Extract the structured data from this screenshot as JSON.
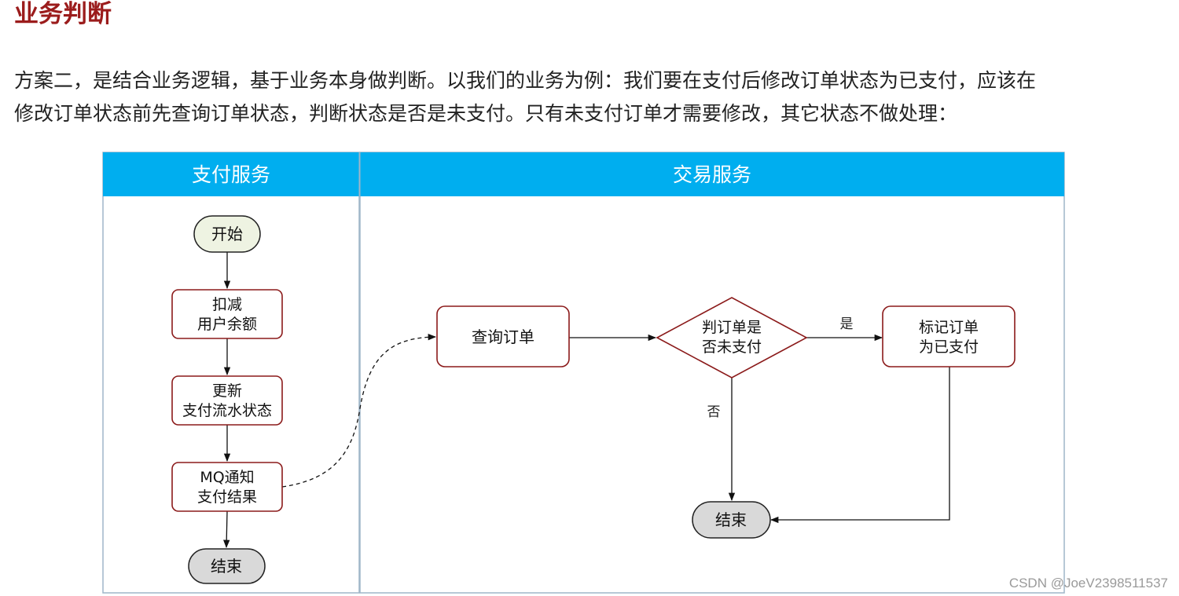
{
  "heading": "业务判断",
  "paragraph": {
    "line1": "方案二，是结合业务逻辑，基于业务本身做判断。以我们的业务为例：我们要在支付后修改订单状态为已支付，应该在",
    "line2": "修改订单状态前先查询订单状态，判断状态是否是未支付。只有未支付订单才需要修改，其它状态不做处理："
  },
  "diagram": {
    "lanes": {
      "payment": "支付服务",
      "trade": "交易服务"
    },
    "nodes": {
      "start": "开始",
      "deduct": [
        "扣减",
        "用户余额"
      ],
      "update": [
        "更新",
        "支付流水状态"
      ],
      "mq": [
        "MQ通知",
        "支付结果"
      ],
      "end_left": "结束",
      "query": "查询订单",
      "decision": [
        "判订单是",
        "否未支付"
      ],
      "mark": [
        "标记订单",
        "为已支付"
      ],
      "end_right": "结束"
    },
    "edge_labels": {
      "yes": "是",
      "no": "否"
    },
    "colors": {
      "lane_header": "#00aeef",
      "node_border": "#8b1a1a",
      "terminal_start_fill": "#eef3e2",
      "terminal_end_fill": "#d9d9d9",
      "heading": "#9b1c1c"
    }
  },
  "watermark": "CSDN @JoeV2398511537"
}
